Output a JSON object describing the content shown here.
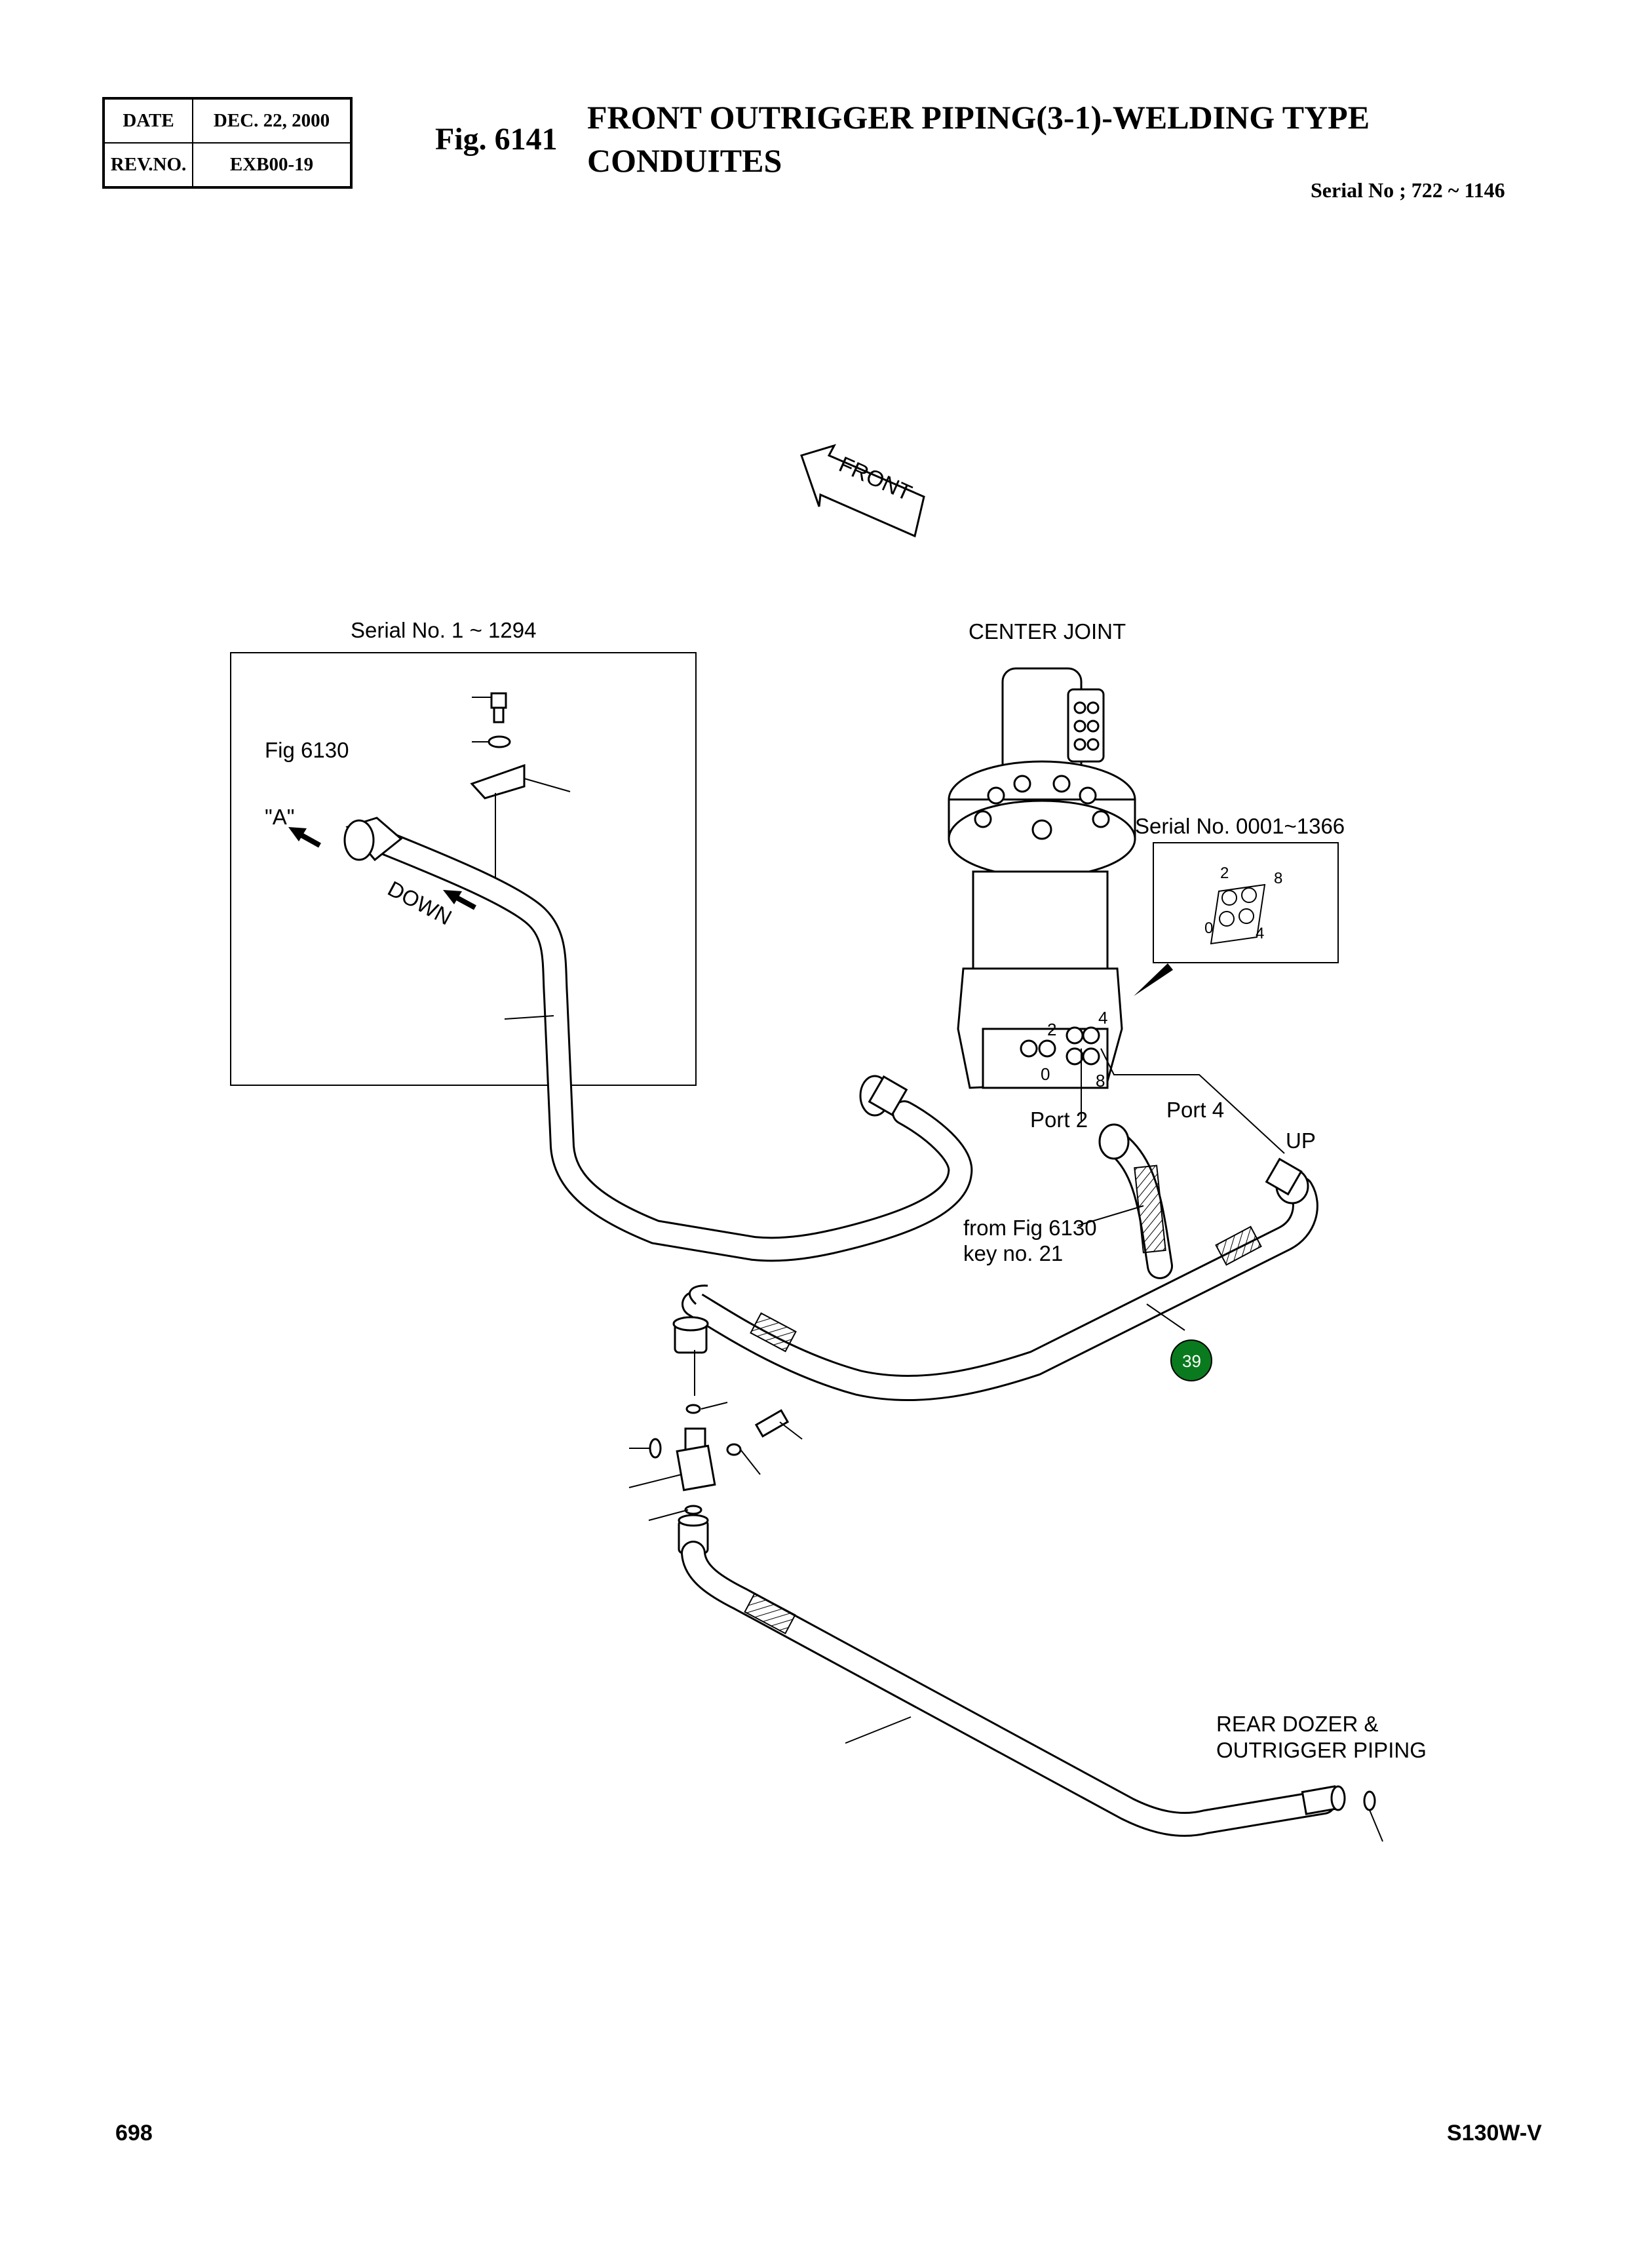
{
  "header": {
    "date_label": "DATE",
    "date_value": "DEC. 22, 2000",
    "rev_label": "REV.NO.",
    "rev_value": "EXB00-19",
    "fig_number": "Fig. 6141",
    "title_line1": "FRONT OUTRIGGER PIPING(3-1)-WELDING TYPE",
    "title_line2": "CONDUITES",
    "serial_range": "Serial No ; 722 ~ 1146"
  },
  "drawing": {
    "front_arrow_label": "FRONT",
    "inset_serial": "Serial No. 1 ~ 1294",
    "inset_fig_ref": "Fig 6130",
    "inset_view_a": "\"A\"",
    "inset_down": "DOWN",
    "center_joint_label": "CENTER JOINT",
    "port_detail_serial": "Serial No. 0001~1366",
    "port_detail_numbers": [
      "2",
      "8",
      "0",
      "4"
    ],
    "joint_port_numbers": [
      "2",
      "4",
      "0",
      "8"
    ],
    "port2_label": "Port 2",
    "port4_label": "Port 4",
    "up_label": "UP",
    "from_fig_line1": "from Fig 6130",
    "from_fig_line2": "key no. 21",
    "callout_number": "39",
    "callout_color": "#0a7a1e",
    "rear_label_line1": "REAR DOZER &",
    "rear_label_line2": "OUTRIGGER PIPING"
  },
  "footer": {
    "page_number": "698",
    "model_code": "S130W-V"
  }
}
